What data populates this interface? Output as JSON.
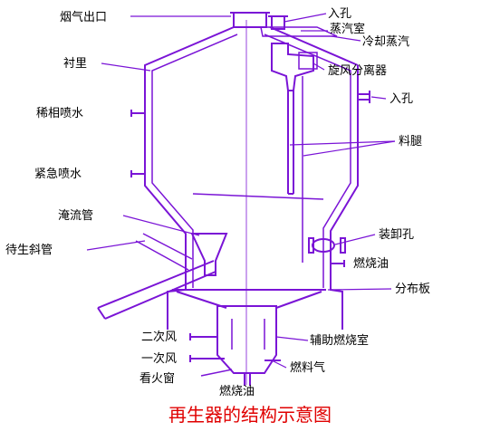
{
  "colors": {
    "line": "#7a14d6",
    "label": "#000000",
    "caption": "#e00000"
  },
  "caption": "再生器的结构示意图",
  "labels": {
    "flue_outlet": "烟气出口",
    "manhole_top": "入孔",
    "steam_chamber": "蒸汽室",
    "cooling_steam": "冷却蒸汽",
    "lining": "衬里",
    "cyclone": "旋风分离器",
    "manhole_side": "入孔",
    "dilute_spray": "稀相喷水",
    "dipleg": "料腿",
    "emergency_spray": "紧急喷水",
    "overflow_pipe": "淹流管",
    "spent_catalyst_pipe": "待生斜管",
    "unloading_port": "装卸孔",
    "torch_oil_upper": "燃烧油",
    "distributor_plate": "分布板",
    "secondary_air": "二次风",
    "aux_burner": "辅助燃烧室",
    "primary_air": "一次风",
    "fuel_gas": "燃料气",
    "sight_glass": "看火窗",
    "torch_oil_lower": "燃烧油"
  }
}
